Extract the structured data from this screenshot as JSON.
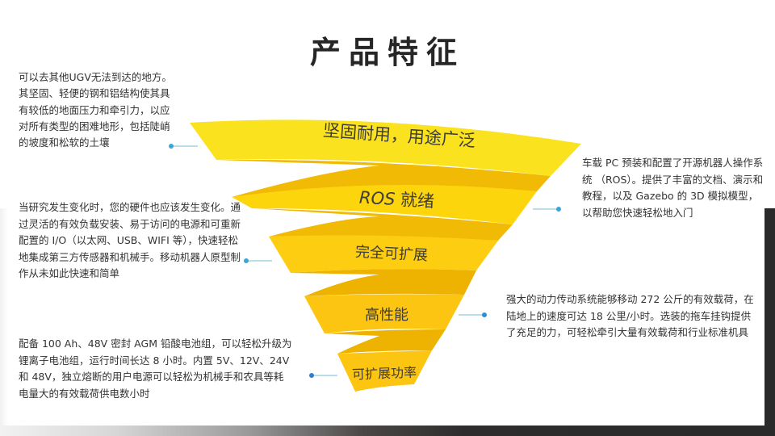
{
  "title": "产品特征",
  "funnel": {
    "colors": {
      "band_top": "#FAE21E",
      "band_mid": "#FDD50C",
      "band_low": "#FCC512",
      "connector": "#F0BA05",
      "connector_dark": "#EDB300",
      "pointer_line": "#90CBDE",
      "pointer_dot": "#3AA6D8",
      "pointer_dot_low": "#2F7FD0"
    },
    "levels": [
      {
        "label": "坚固耐用，用途广泛"
      },
      {
        "label_prefix": "ROS",
        "label_suffix": " 就绪"
      },
      {
        "label": "完全可扩展"
      },
      {
        "label": "高性能"
      },
      {
        "label": "可扩展功率"
      }
    ]
  },
  "descriptions": [
    {
      "text": "可以去其他UGV无法到达的地方。其坚固、轻便的钢和铝结构使其具有较低的地面压力和牵引力，以应对所有类型的困难地形，包括陡峭的坡度和松软的土壤"
    },
    {
      "text": "车载 PC 预装和配置了开源机器人操作系统 （ROS）。提供了丰富的文档、演示和教程，以及 Gazebo 的 3D 模拟模型，以帮助您快速轻松地入门"
    },
    {
      "text": "当研究发生变化时，您的硬件也应该发生变化。通过灵活的有效负载安装、易于访问的电源和可重新配置的 I/O（以太网、USB、WIFI 等），快速轻松地集成第三方传感器和机械手。移动机器人原型制作从未如此快速和简单"
    },
    {
      "text": "强大的动力传动系统能够移动 272 公斤的有效载荷，在陆地上的速度可达 18 公里/小时。选装的拖车挂钩提供了充足的力，可轻松牵引大量有效载荷和行业标准机具"
    },
    {
      "text": "配备 100 Ah、48V 密封 AGM 铅酸电池组，可以轻松升级为锂离子电池组，运行时间长达 8 小时。内置 5V、12V、24V 和 48V，独立熔断的用户电源可以轻松为机械手和农具等耗电量大的有效载荷供电数小时"
    }
  ]
}
